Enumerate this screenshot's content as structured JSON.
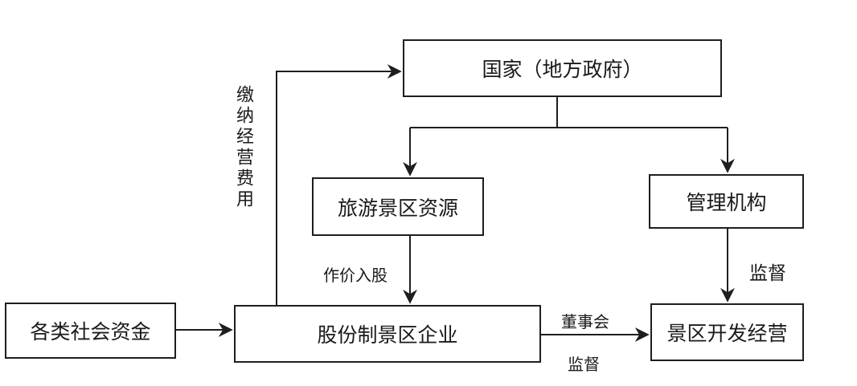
{
  "nodes": {
    "country": "国家（地方政府）",
    "resources": "旅游景区资源",
    "management": "管理机构",
    "capital": "各类社会资金",
    "enterprise": "股份制景区企业",
    "operation": "景区开发经营"
  },
  "edges": {
    "fee": "缴纳经营费用",
    "shares": "作价入股",
    "supervise_mgmt": "监督",
    "board": "董事会",
    "supervise_ent": "监督"
  }
}
